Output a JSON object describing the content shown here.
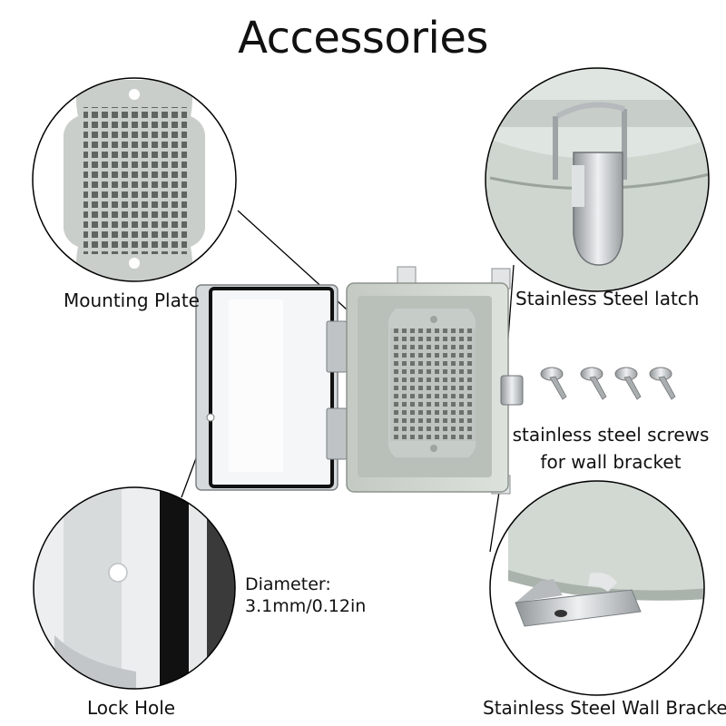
{
  "title": "Accessories",
  "labels": {
    "mounting_plate": "Mounting Plate",
    "latch": "Stainless Steel latch",
    "screws_line1": "stainless steel screws",
    "screws_line2": "for wall bracket",
    "diameter_line1": "Diameter:",
    "diameter_line2": "3.1mm/0.12in",
    "lock_hole": "Lock Hole",
    "wall_bracket": "Stainless Steel Wall Bracket"
  },
  "colors": {
    "enclosure_gray": "#d3d8d2",
    "steel": "#c9ccce",
    "outline": "#000000"
  }
}
